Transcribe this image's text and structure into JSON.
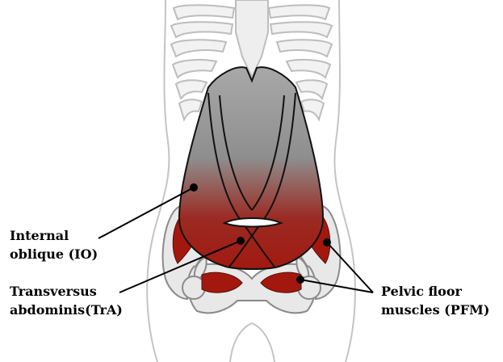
{
  "labels": {
    "io": {
      "line1": "Internal",
      "line2": "oblique (IO)"
    },
    "tra": {
      "line1": "Transversus",
      "line2": "abdominis(TrA)"
    },
    "pfm": {
      "line1": "Pelvic floor",
      "line2": "muscles (PFM)"
    }
  },
  "colors": {
    "muscle_top": "#a4a4a4",
    "muscle_bottom": "#9c1a10",
    "bone_fill": "#e6e6e6",
    "body_outline": "#c4c4c4",
    "leader_line": "#000000"
  }
}
